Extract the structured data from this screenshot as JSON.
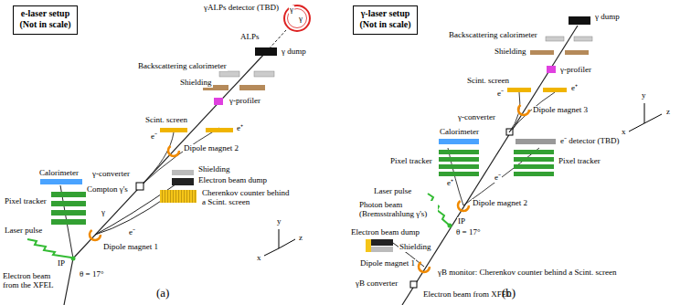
{
  "diagram": {
    "nodes": [
      {
        "text": [
          "e-laser setup",
          "(Not in scale)"
        ]
      },
      {
        "text": [
          "γ-laser setup",
          "(Not in scale)"
        ]
      }
    ],
    "labels": [
      "γALPs detector (TBD)",
      "γ",
      "γ",
      "ALPs",
      "γ dump",
      "Backscattering calorimeter",
      "Shielding",
      "γ-profiler",
      "Scint. screen",
      "e⁻",
      "e⁺",
      "Dipole magnet 2",
      "γ-converter",
      "Shielding",
      "Compton γ's",
      "Electron beam dump",
      "Calorimeter",
      "Cherenkov counter behind a Scint. screen",
      "Pixel tracker",
      "e⁻",
      "γ",
      "Laser pulse",
      "Dipole magnet 1",
      "IP",
      "Electron beam from the XFEL",
      "θ = 17°",
      "x",
      "y",
      "z",
      "(a)",
      "γ dump",
      "Backscattering calorimeter",
      "Shielding",
      "γ-profiler",
      "e⁻",
      "e⁺",
      "Scint. screen",
      "Dipole magnet 3",
      "γ-converter",
      "Calorimeter",
      "e⁻ detector (TBD)",
      "Pixel tracker",
      "Pixel tracker",
      "e⁺",
      "e⁻",
      "Laser pulse",
      "Dipole magnet 2",
      "Photon beam (Bremsstrahlung γ's)",
      "IP",
      "θ = 17°",
      "Electron beam dump",
      "Shielding",
      "Dipole magnet 1",
      "γB monitor: Cherenkov counter behind a Scint. screen",
      "γB converter",
      "Electron beam from XFEL",
      "x",
      "y",
      "z",
      "(b)"
    ]
  }
}
